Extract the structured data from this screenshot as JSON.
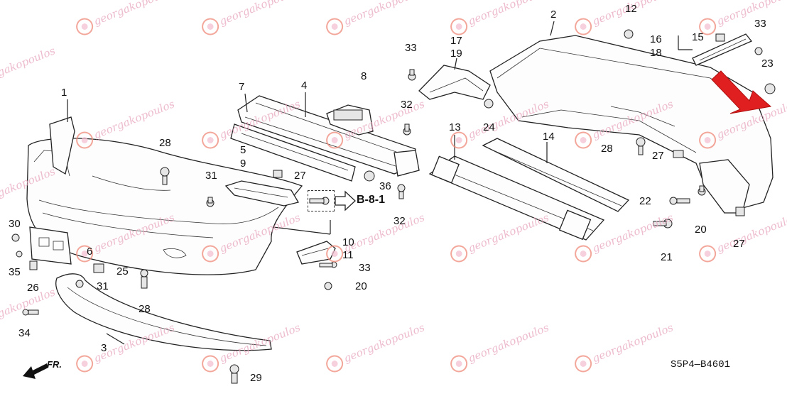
{
  "diagram": {
    "code": "S5P4—B4601",
    "reference": "B-8-1",
    "direction_label": "FR.",
    "watermark": "georgakopoulos",
    "part_numbers": {
      "p1": "1",
      "p2": "2",
      "p3": "3",
      "p4": "4",
      "p5": "5",
      "p6": "6",
      "p7": "7",
      "p8": "8",
      "p9": "9",
      "p10": "10",
      "p11": "11",
      "p12": "12",
      "p13": "13",
      "p14": "14",
      "p15": "15",
      "p16": "16",
      "p17": "17",
      "p18": "18",
      "p19": "19",
      "p20a": "20",
      "p20b": "20",
      "p21": "21",
      "p22": "22",
      "p23": "23",
      "p24": "24",
      "p25": "25",
      "p26": "26",
      "p27a": "27",
      "p27b": "27",
      "p27c": "27",
      "p28a": "28",
      "p28b": "28",
      "p28c": "28",
      "p29": "29",
      "p30": "30",
      "p31a": "31",
      "p31b": "31",
      "p32a": "32",
      "p32b": "32",
      "p33a": "33",
      "p33b": "33",
      "p33c": "33",
      "p34": "34",
      "p35": "35",
      "p36": "36"
    },
    "highlight_color": "#e02020"
  }
}
